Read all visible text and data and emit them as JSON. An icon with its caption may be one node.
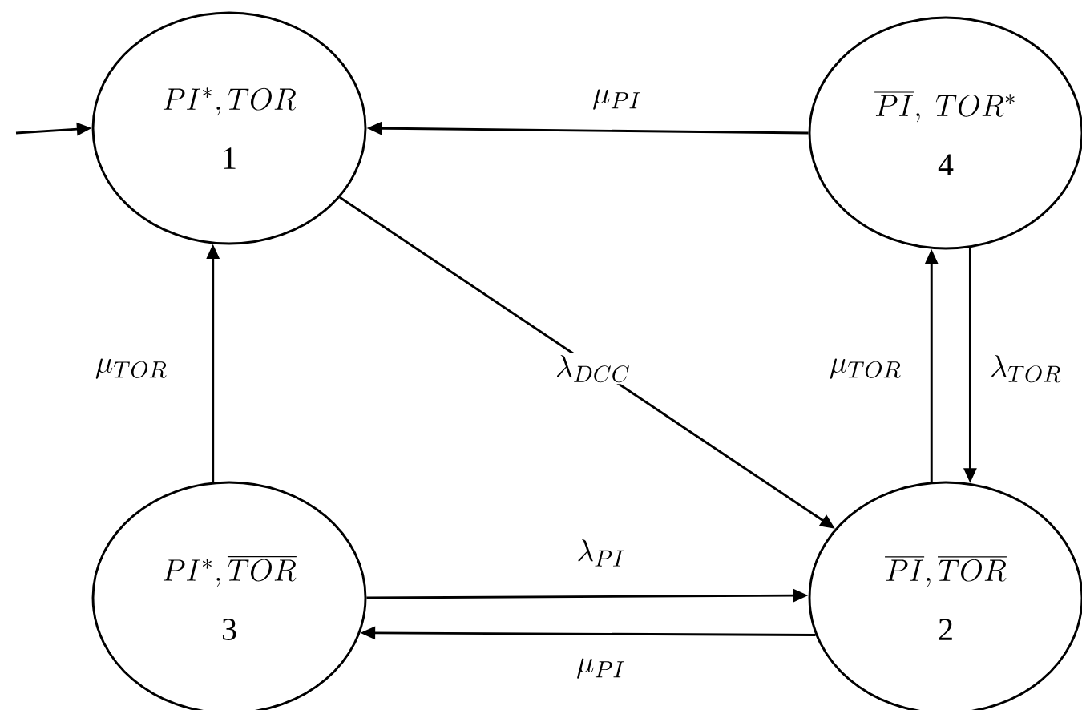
{
  "diagram": {
    "nodes": [
      {
        "text": [
          "PI^{*},TOR",
          "1"
        ]
      },
      {
        "text": [
          "\\overline{PI},\\ TOR^{*}",
          "4"
        ]
      },
      {
        "text": [
          "PI^{*},\\overline{TOR}",
          "3"
        ]
      },
      {
        "text": [
          "\\overline{PI},\\overline{TOR}",
          "2"
        ]
      }
    ],
    "edges": [
      {
        "from": null,
        "to": 0,
        "arrow": "to"
      },
      {
        "from": 1,
        "to": 0,
        "arrow": "to",
        "label": "\\mu_{PI}"
      },
      {
        "from": 0,
        "to": 3,
        "arrow": "to",
        "label": "\\lambda_{DCC}"
      },
      {
        "from": 2,
        "to": 0,
        "arrow": "to",
        "label": "\\mu_{TOR}"
      },
      {
        "from": 3,
        "to": 1,
        "arrow": "to",
        "label": "\\mu_{TOR}"
      },
      {
        "from": 1,
        "to": 3,
        "arrow": "to",
        "label": "\\lambda_{TOR}"
      },
      {
        "from": 2,
        "to": 3,
        "arrow": "to",
        "label": "\\lambda_{PI}"
      },
      {
        "from": 3,
        "to": 2,
        "arrow": "to",
        "label": "\\mu_{PI}"
      }
    ]
  }
}
